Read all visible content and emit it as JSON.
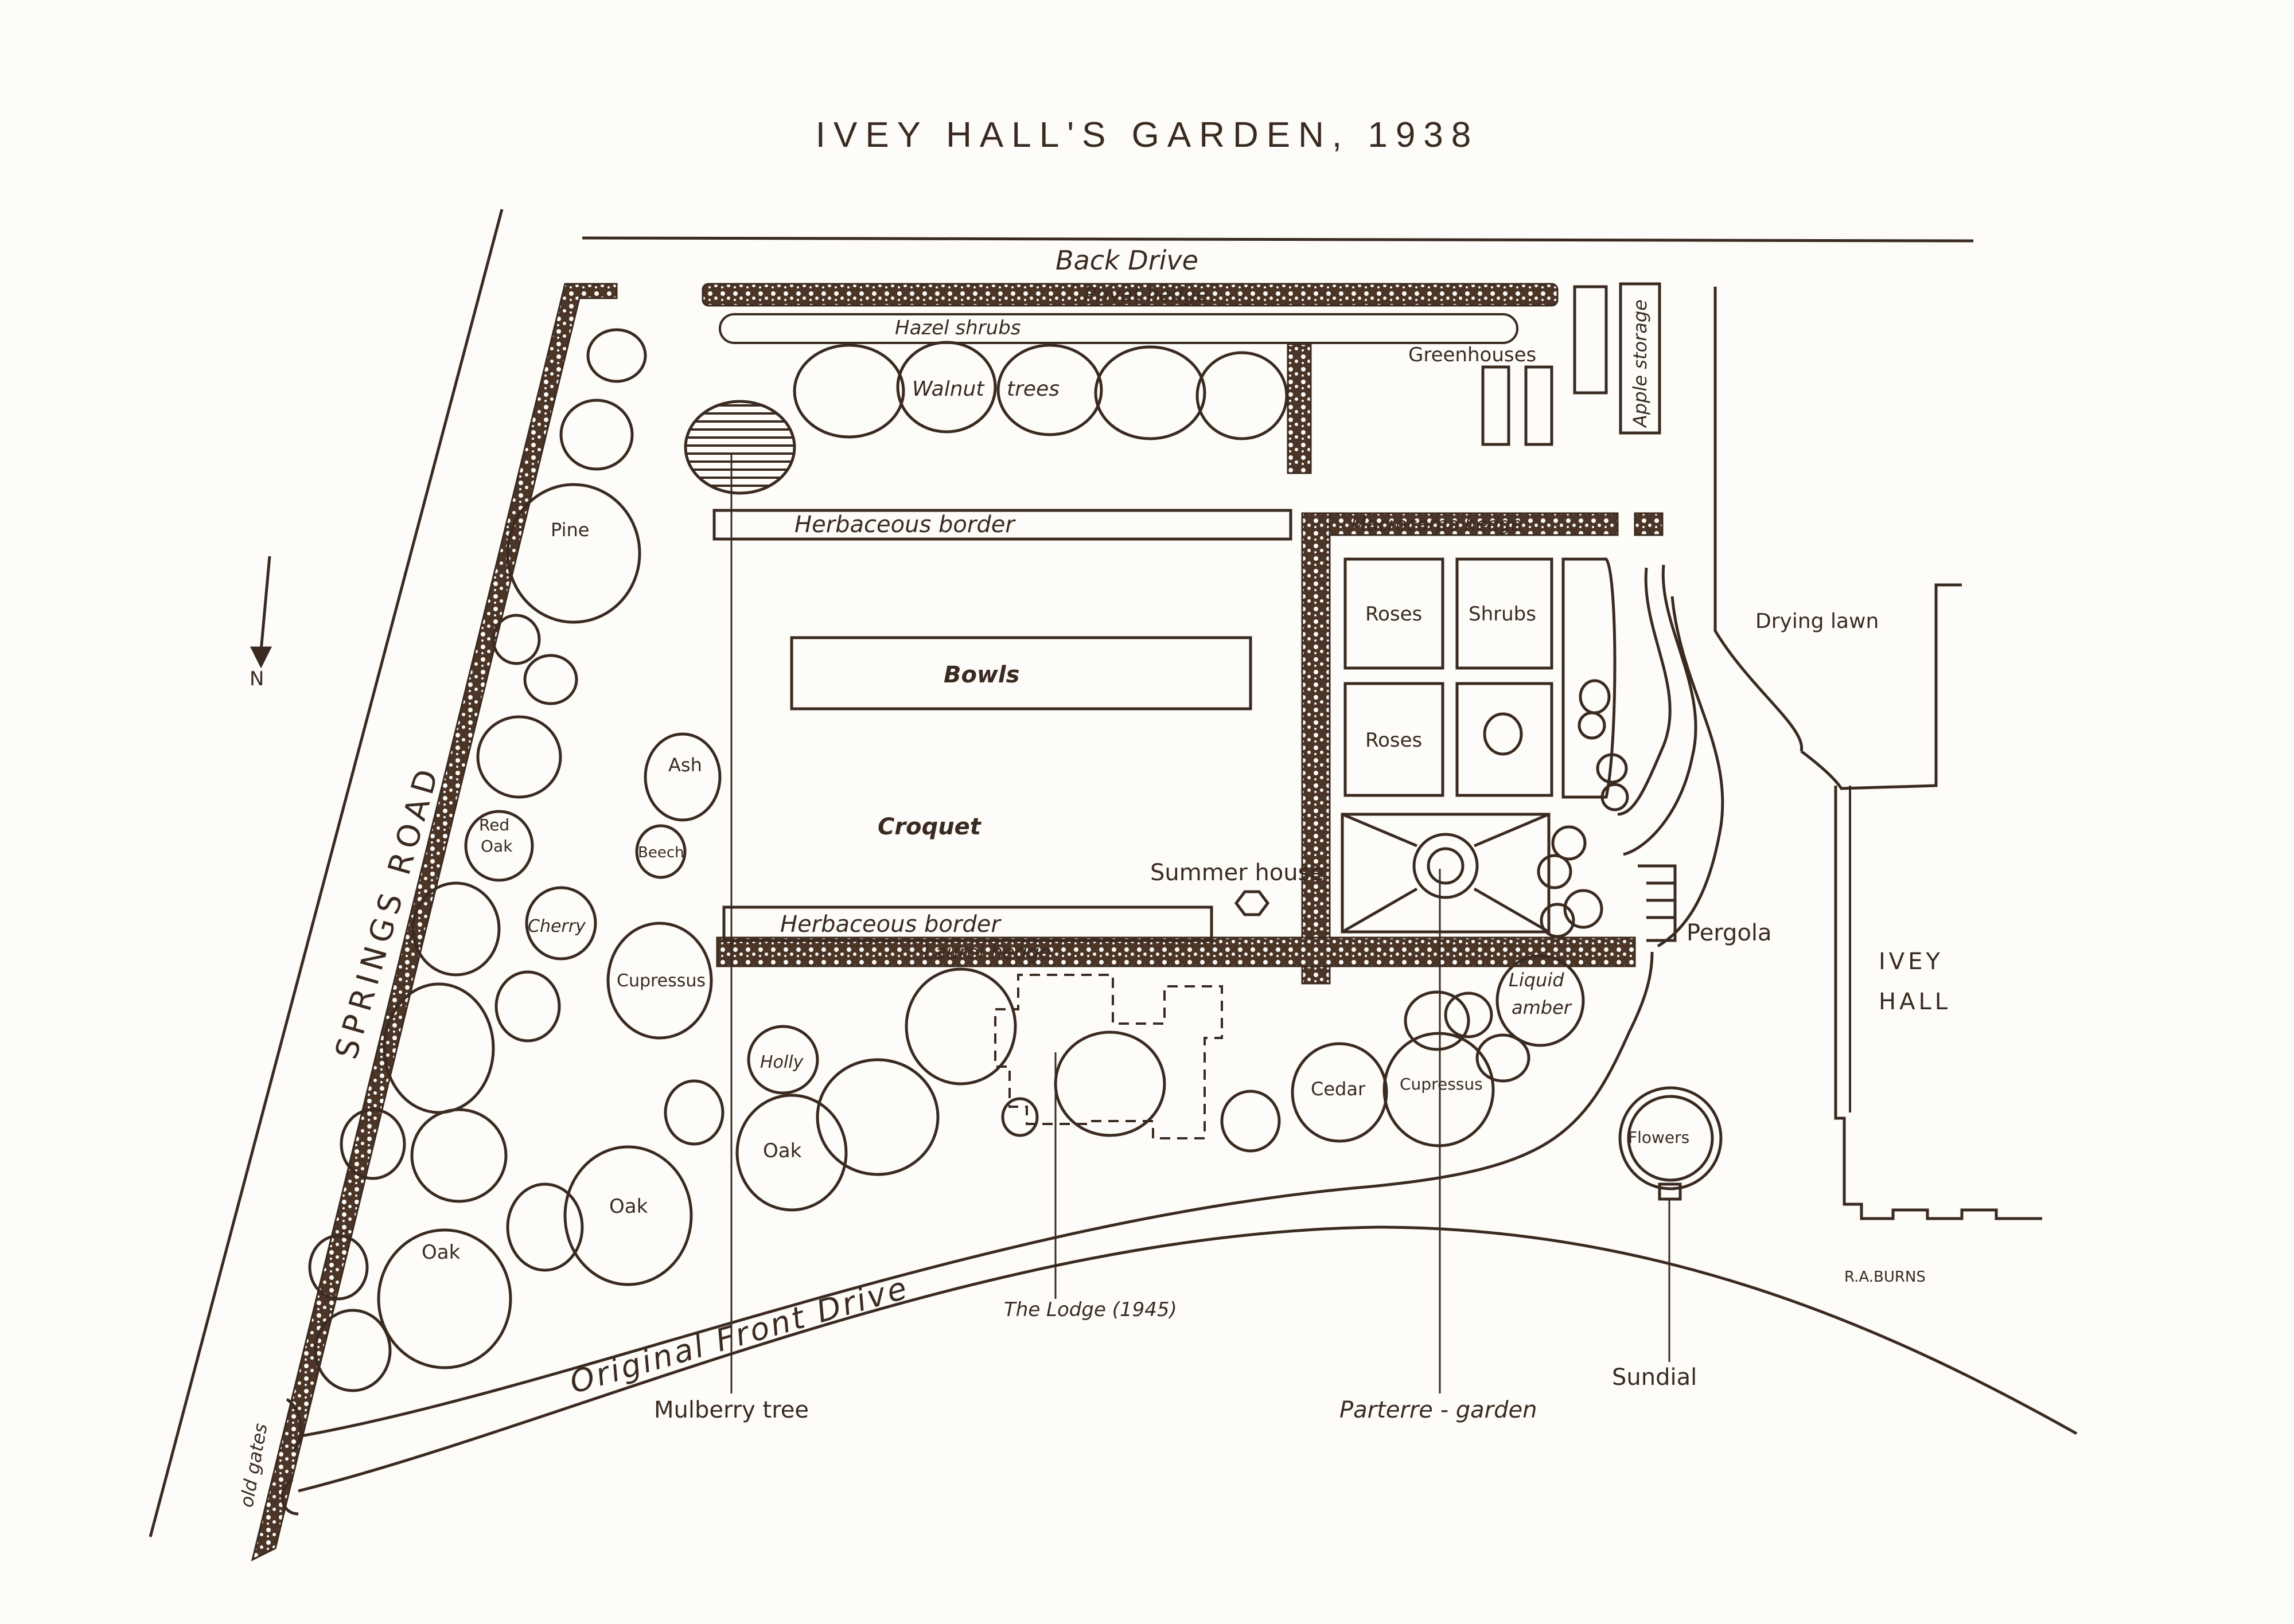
{
  "title": "IVEY HALL'S GARDEN, 1938",
  "north": "N",
  "roads": {
    "back_drive": "Back Drive",
    "springs_road": "SPRINGS ROAD",
    "front_drive": "Original Front Drive",
    "old_gates": "old gates"
  },
  "hedges": {
    "privet": "Privet hedge",
    "hazel": "Hazel shrubs",
    "macrocarpa": "Macrocarpa hedge",
    "laurel": "Laurel hedge"
  },
  "areas": {
    "herb_top": "Herbaceous border",
    "herb_bottom": "Herbaceous border",
    "bowls": "Bowls",
    "croquet": "Croquet",
    "summer_house": "Summer house",
    "roses_1": "Roses",
    "roses_2": "Roses",
    "shrubs": "Shrubs",
    "greenhouses": "Greenhouses",
    "apple_storage": "Apple storage",
    "drying_lawn": "Drying lawn",
    "pergola": "Pergola",
    "flowers": "Flowers",
    "ivey": "IVEY",
    "hall": "HALL"
  },
  "trees": {
    "walnut_1": "Walnut",
    "walnut_2": "trees",
    "pine": "Pine",
    "ash": "Ash",
    "beech": "Beech",
    "red_oak_1": "Red",
    "red_oak_2": "Oak",
    "cherry": "Cherry",
    "cupressus_1": "Cupressus",
    "holly": "Holly",
    "oak_1": "Oak",
    "oak_2": "Oak",
    "oak_3": "Oak",
    "cedar": "Cedar",
    "cupressus_2": "Cupressus",
    "liquid_1": "Liquid",
    "liquid_2": "amber"
  },
  "callouts": {
    "mulberry": "Mulberry tree",
    "lodge": "The Lodge (1945)",
    "parterre": "Parterre - garden",
    "sundial": "Sundial"
  },
  "signature": "R.A.BURNS"
}
